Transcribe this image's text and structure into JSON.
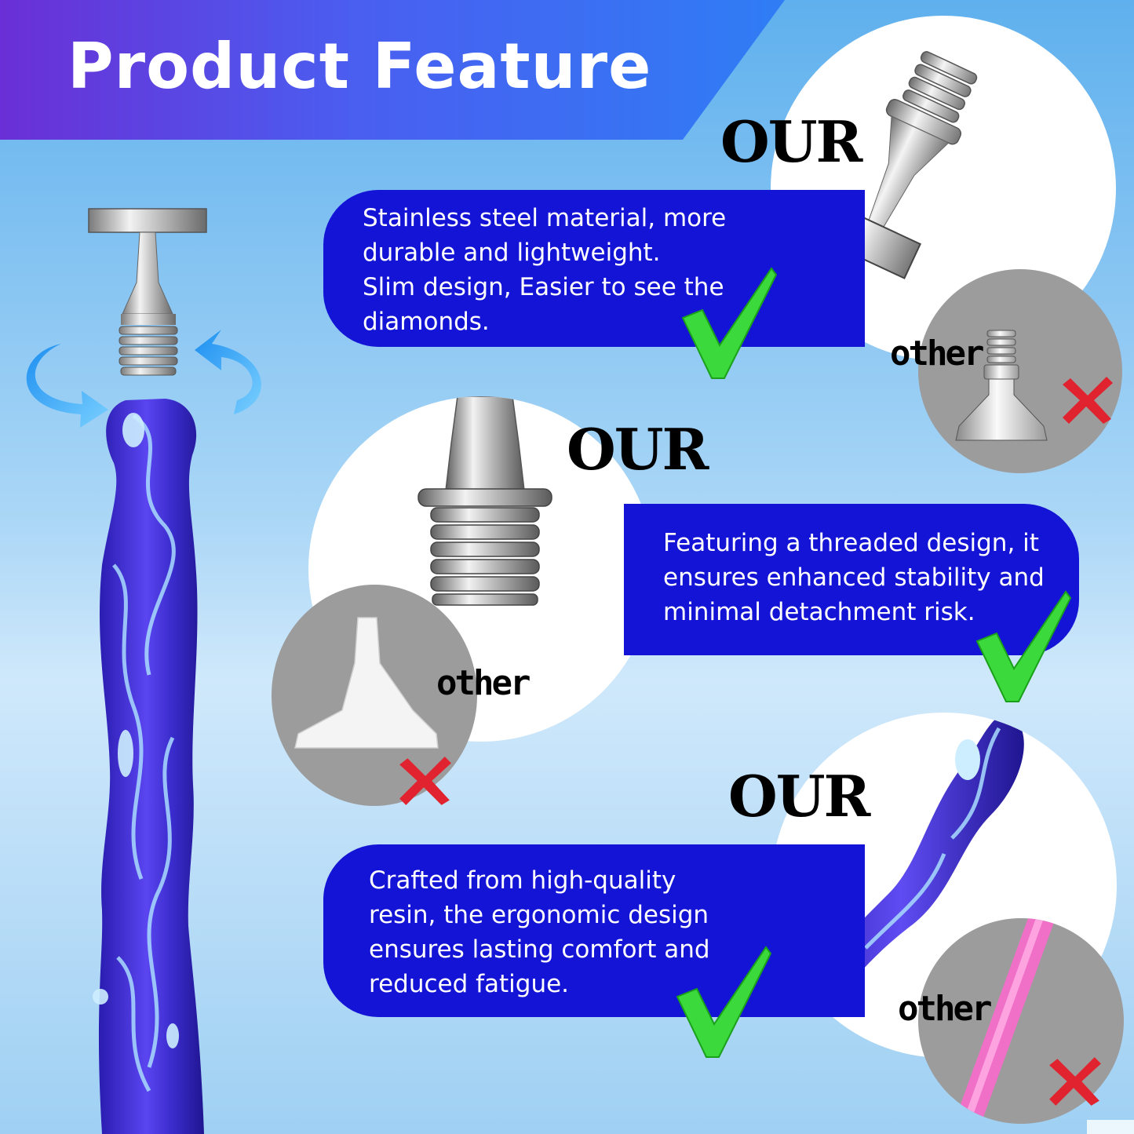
{
  "header": {
    "title": "Product Feature"
  },
  "features": [
    {
      "lines": [
        "Stainless steel material, more",
        "durable and lightweight.",
        "Slim design, Easier to see the",
        "diamonds."
      ],
      "our_label": "OUR",
      "other_label": "other"
    },
    {
      "lines": [
        "Featuring a threaded design, it",
        "ensures enhanced stability and",
        "minimal detachment risk."
      ],
      "our_label": "OUR",
      "other_label": "other"
    },
    {
      "lines": [
        "Crafted from high-quality",
        "resin, the ergonomic design",
        "ensures lasting comfort and",
        "reduced fatigue."
      ],
      "our_label": "OUR",
      "other_label": "other"
    }
  ],
  "icons": {
    "check": "check-icon",
    "cross": "cross-icon",
    "rotate": "rotate-arrow-icon"
  },
  "colors": {
    "banner_start": "#6a2fd6",
    "banner_end": "#2f7df5",
    "box_fill": "#1414d6",
    "check": "#3bd93b",
    "cross": "#e0232f",
    "pen_resin": "#4a35d8"
  }
}
